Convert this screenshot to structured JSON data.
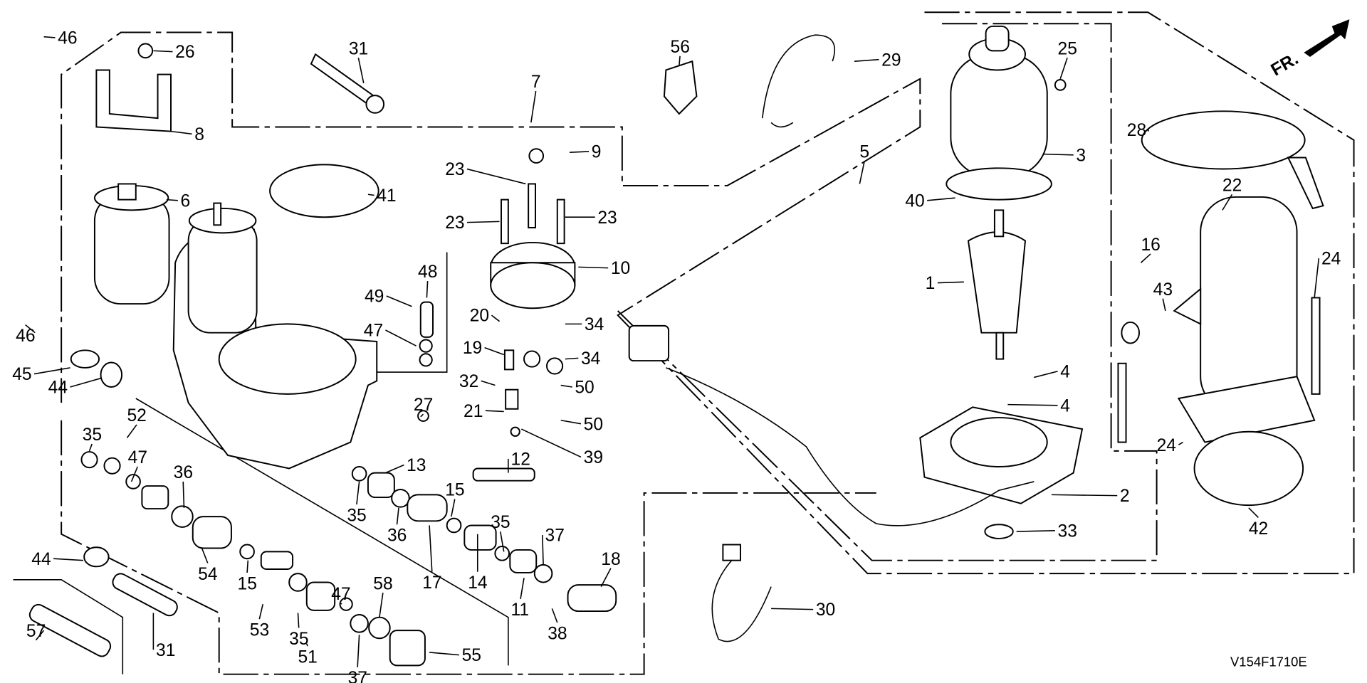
{
  "diagram": {
    "code": "V154F1710E",
    "direction_marker": "FR.",
    "labels": [
      "46",
      "26",
      "31",
      "8",
      "7",
      "56",
      "29",
      "25",
      "3",
      "28",
      "22",
      "40",
      "5",
      "9",
      "23",
      "23",
      "23",
      "6",
      "41",
      "10",
      "1",
      "16",
      "43",
      "24",
      "48",
      "49",
      "47",
      "20",
      "34",
      "19",
      "34",
      "46",
      "45",
      "44",
      "32",
      "50",
      "21",
      "4",
      "4",
      "50",
      "27",
      "52",
      "35",
      "47",
      "39",
      "13",
      "36",
      "12",
      "24",
      "2",
      "15",
      "35",
      "36",
      "15",
      "53",
      "17",
      "35",
      "37",
      "14",
      "18",
      "33",
      "42",
      "54",
      "44",
      "47",
      "58",
      "35",
      "51",
      "11",
      "38",
      "30",
      "57",
      "31",
      "37",
      "55"
    ]
  }
}
